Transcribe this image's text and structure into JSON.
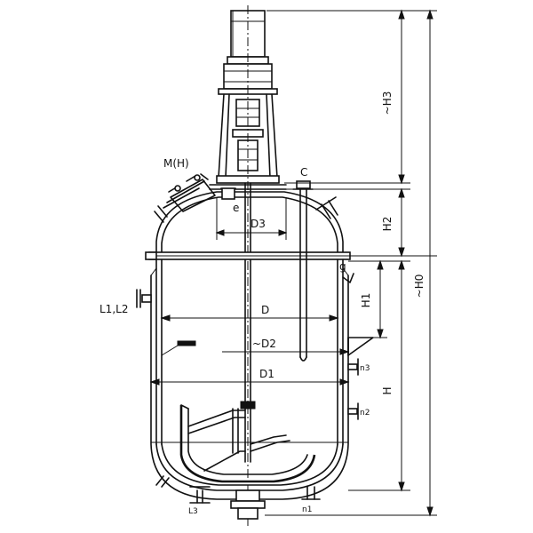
{
  "diagram": {
    "labels": {
      "manhole": "M(H)",
      "nozzle_c": "C",
      "nozzle_e": "e",
      "nozzle_g": "g",
      "d3": "D3",
      "d": "D",
      "d2": "~D2",
      "d1": "D1",
      "h3": "~H3",
      "h2": "H2",
      "h1": "H1",
      "h": "H",
      "h0": "~H0",
      "l1l2": "L1,L2",
      "n3": "n3",
      "n2": "n2",
      "n1": "n1",
      "l3": "L3"
    }
  }
}
